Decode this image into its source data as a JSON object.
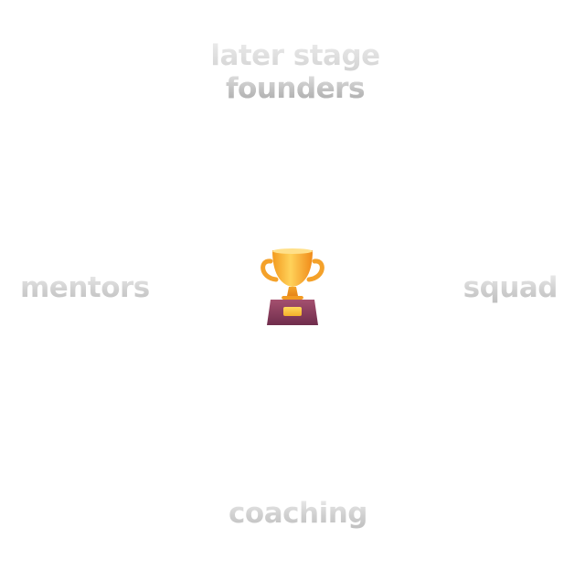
{
  "labels": {
    "top_line1": "later stage",
    "top_line2": "founders",
    "left": "mentors",
    "right": "squad",
    "bottom": "coaching"
  },
  "center": {
    "icon": "trophy-icon"
  },
  "colors": {
    "background": "#ffffff",
    "text_light": "#e6e6e6",
    "text_dark": "#bdbdbd",
    "trophy_gold": "#f7a72c",
    "trophy_base": "#8e3f63"
  }
}
